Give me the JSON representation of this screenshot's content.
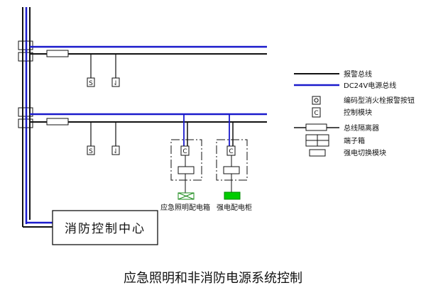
{
  "title": "应急照明和非消防电源系统控制",
  "control_center": {
    "label": "消防控制中心"
  },
  "device_marks": {
    "smoke": "S",
    "heat": "⇃",
    "module": "C"
  },
  "boxes": [
    {
      "label": "应急照明配电箱"
    },
    {
      "label": "强电配电柜"
    }
  ],
  "legend": [
    {
      "symbol": "black-line",
      "label": "报警总线"
    },
    {
      "symbol": "blue-line",
      "label": "DC24V电源总线"
    },
    {
      "symbol": "button",
      "label": "编码型消火栓报警按钮"
    },
    {
      "symbol": "module",
      "label": "控制模块"
    },
    {
      "symbol": "isolator",
      "label": "总线隔离器"
    },
    {
      "symbol": "terminal",
      "label": "端子箱"
    },
    {
      "symbol": "cutoff",
      "label": "强电切换模块"
    }
  ],
  "colors": {
    "alarm_bus": "#111111",
    "power_bus": "#1a1acc",
    "emergency_box": "#1a8a1a",
    "power_cabinet": "#00cc00"
  }
}
